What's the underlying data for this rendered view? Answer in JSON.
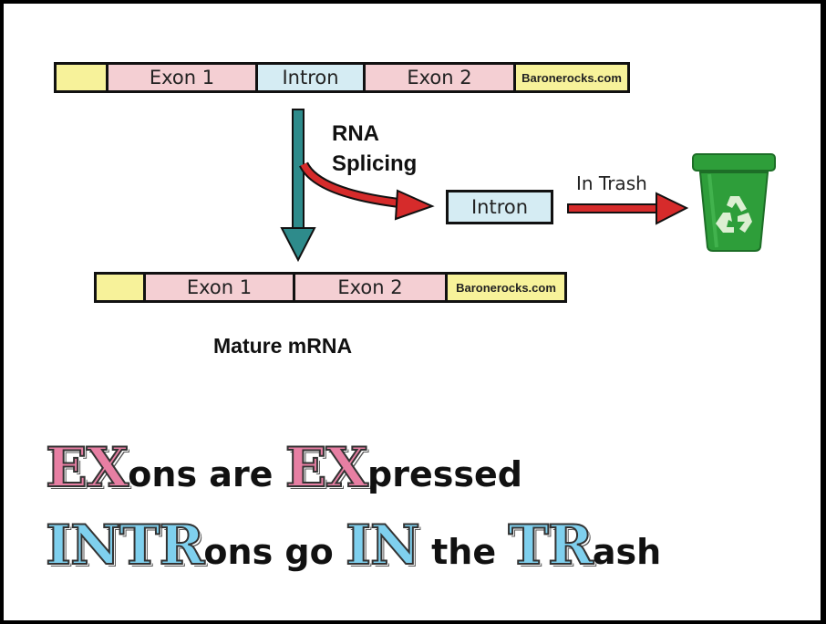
{
  "pre_mrna": {
    "exon1": "Exon 1",
    "intron": "Intron",
    "exon2": "Exon 2",
    "tail": "Baronerocks.com"
  },
  "process": {
    "rna_splicing_line1": "RNA",
    "rna_splicing_line2": "Splicing",
    "removed_intron": "Intron",
    "in_trash": "In Trash"
  },
  "mature_mrna": {
    "exon1": "Exon 1",
    "exon2": "Exon 2",
    "tail": "Baronerocks.com",
    "caption": "Mature mRNA"
  },
  "mnemonic": {
    "line1": {
      "big1": "EX",
      "text1": "ons are ",
      "big2": "EX",
      "text2": "pressed"
    },
    "line2": {
      "big1": "INTR",
      "text1": "ons go ",
      "big2": "IN",
      "text2": " the ",
      "big3": "TR",
      "text3": "ash"
    }
  },
  "colors": {
    "cap": "#f7f29a",
    "exon": "#f4cfd3",
    "intron": "#d5ecf3",
    "splice_arrow": "#2e8b8b",
    "trash_arrow": "#d62b2b",
    "bin": "#2e9e3a",
    "exon_mnemonic": "#e77fa3",
    "intron_mnemonic": "#7fd0ee"
  },
  "icons": [
    "recycle-bin-icon"
  ]
}
